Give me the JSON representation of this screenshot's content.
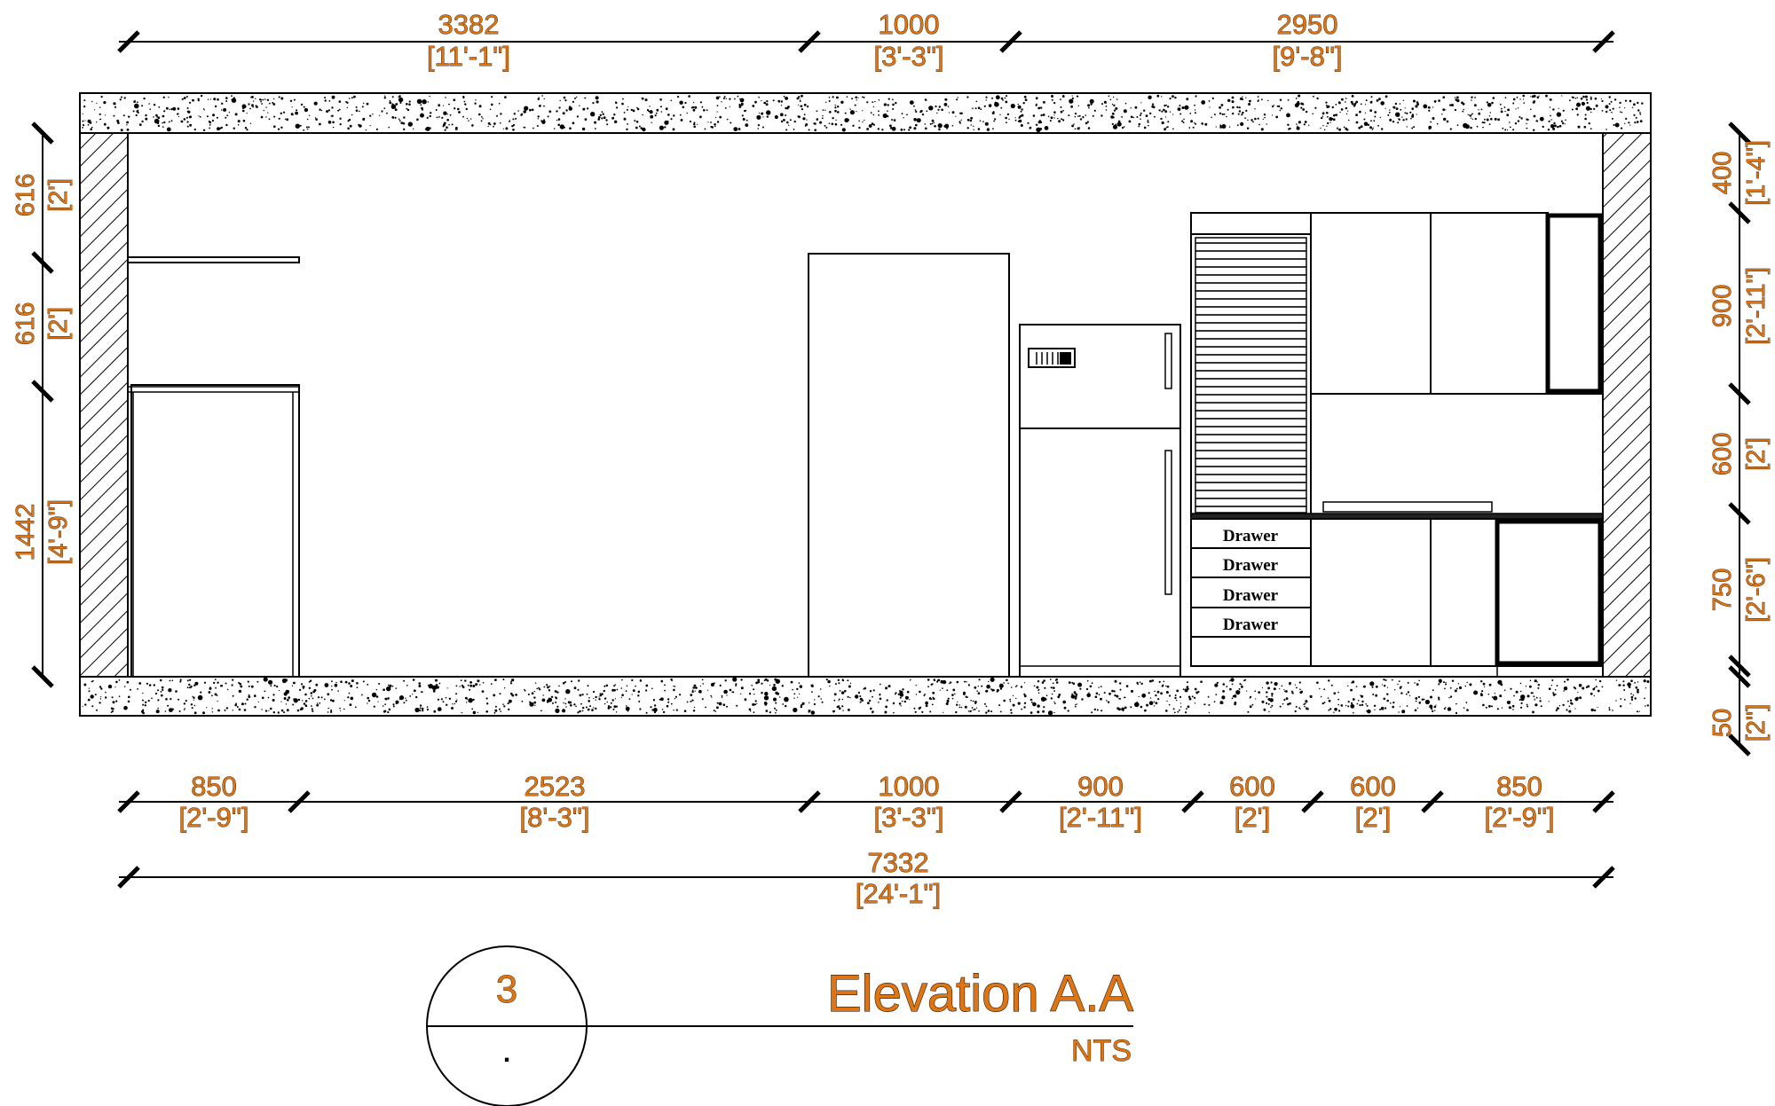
{
  "top_dims": [
    {
      "mm": "3382",
      "ft": "[11'-1\"]"
    },
    {
      "mm": "1000",
      "ft": "[3'-3\"]"
    },
    {
      "mm": "2950",
      "ft": "[9'-8\"]"
    }
  ],
  "bottom_dims": [
    {
      "mm": "850",
      "ft": "[2'-9\"]"
    },
    {
      "mm": "2523",
      "ft": "[8'-3\"]"
    },
    {
      "mm": "1000",
      "ft": "[3'-3\"]"
    },
    {
      "mm": "900",
      "ft": "[2'-11\"]"
    },
    {
      "mm": "600",
      "ft": "[2']"
    },
    {
      "mm": "600",
      "ft": "[2']"
    },
    {
      "mm": "850",
      "ft": "[2'-9\"]"
    }
  ],
  "overall_dim": {
    "mm": "7332",
    "ft": "[24'-1\"]"
  },
  "left_dims": [
    {
      "mm": "616",
      "ft": "[2']"
    },
    {
      "mm": "616",
      "ft": "[2']"
    },
    {
      "mm": "1442",
      "ft": "[4'-9\"]"
    }
  ],
  "right_dims": [
    {
      "mm": "400",
      "ft": "[1'-4\"]"
    },
    {
      "mm": "900",
      "ft": "[2'-11\"]"
    },
    {
      "mm": "600",
      "ft": "[2']"
    },
    {
      "mm": "750",
      "ft": "[2'-6\"]"
    },
    {
      "mm": "50",
      "ft": "[2\"]"
    }
  ],
  "drawer_labels": [
    "Drawer",
    "Drawer",
    "Drawer",
    "Drawer"
  ],
  "title_block": {
    "number": "3",
    "sub": ".",
    "title": "Elevation A.A",
    "scale": "NTS"
  },
  "colors": {
    "dimension_text": "#e07410",
    "lines": "#000000"
  }
}
